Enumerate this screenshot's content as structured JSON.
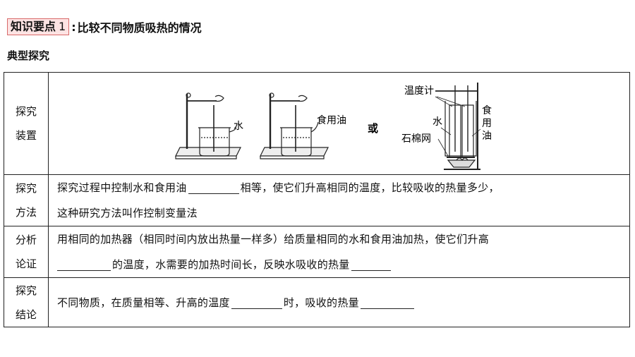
{
  "header": {
    "tag_label": "知识要点",
    "tag_number": "1",
    "colon": ":",
    "title": "比较不同物质吸热的情况"
  },
  "subtitle": "典型探究",
  "rows": {
    "apparatus": {
      "label_line1": "探究",
      "label_line2": "装置",
      "fig1_label": "水",
      "fig2_label": "食用油",
      "or_text": "或",
      "fig3_thermometer": "温度计",
      "fig3_water": "水",
      "fig3_gauze": "石棉网",
      "fig3_oil_1": "食",
      "fig3_oil_2": "用",
      "fig3_oil_3": "油"
    },
    "method": {
      "label_line1": "探究",
      "label_line2": "方法",
      "line1_a": "探究过程中控制水和食用油",
      "line1_b": "相等，使它们升高相同的温度，比较吸收的热量多少，",
      "line2": "这种研究方法叫作控制变量法"
    },
    "analysis": {
      "label_line1": "分析",
      "label_line2": "论证",
      "line1": "用相同的加热器（相同时间内放出热量一样多）给质量相同的水和食用油加热，使它们升高",
      "line2_a": "的温度，水需要的加热时间长，反映水吸收的热量"
    },
    "conclusion": {
      "label_line1": "探究",
      "label_line2": "结论",
      "text_a": "不同物质，在质量相等、升高的温度",
      "text_b": "时，吸收的热量"
    }
  }
}
